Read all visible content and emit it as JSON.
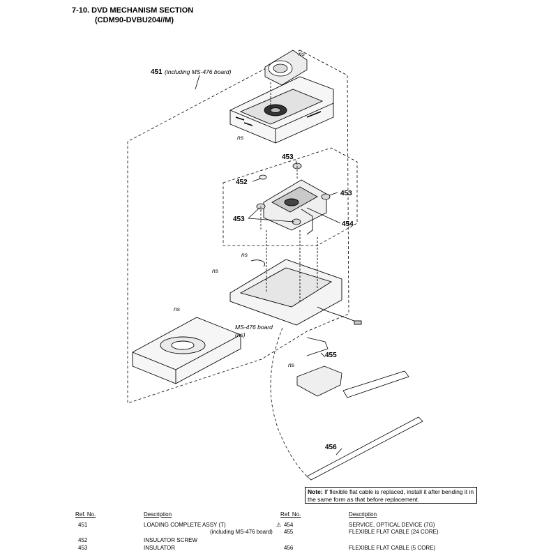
{
  "title": {
    "line1": "7-10.  DVD  MECHANISM  SECTION",
    "line2": "(CDM90-DVBU204//M)"
  },
  "callouts": {
    "c451_num": "451",
    "c451_note": "(including MS-476 board)",
    "c452": "452",
    "c453a": "453",
    "c453b": "453",
    "c453c": "453",
    "c454": "454",
    "c455": "455",
    "c456": "456",
    "ns": "ns",
    "ms_board_line1": "MS-476 board",
    "ms_board_line2": "(ns)"
  },
  "note": {
    "label": "Note:",
    "text": "If flexible flat cable is replaced, install it after bending it in the same form as that before replacement."
  },
  "parts_table": {
    "headers": {
      "ref": "Ref. No.",
      "desc": "Description"
    },
    "left": [
      {
        "ref": "451",
        "desc": "LOADING COMPLETE ASSY (T)",
        "sub": "(including MS-476 board)"
      },
      {
        "ref": "452",
        "desc": "INSULATOR SCREW"
      },
      {
        "ref": "453",
        "desc": "INSULATOR"
      }
    ],
    "right": [
      {
        "ref": "454",
        "desc": "SERVICE, OPTICAL DEVICE (7G)",
        "mark": "⚠"
      },
      {
        "ref": "455",
        "desc": "FLEXIBLE FLAT CABLE (24 CORE)"
      },
      {
        "ref": "456",
        "desc": "FLEXIBLE FLAT CABLE (5 CORE)"
      }
    ]
  }
}
